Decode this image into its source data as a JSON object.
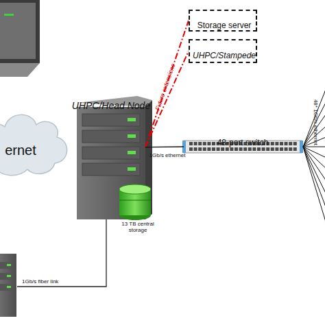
{
  "diagram": {
    "nodes": [
      {
        "text": [
          "ernet"
        ]
      },
      {
        "text": [
          "Storage server"
        ]
      },
      {
        "text": [
          "UHPC/Stampede"
        ]
      },
      {
        "text": [
          "UHPC/Head Node"
        ]
      },
      {
        "text": [
          "48-port switch"
        ]
      }
    ],
    "edges": [
      {
        "from": 3,
        "to": 1,
        "arrow": "none",
        "label": "Future extensions"
      },
      {
        "from": 3,
        "to": 2,
        "arrow": "none"
      },
      {
        "from": 3,
        "to": 4,
        "arrow": "none",
        "label": "1Gb/s ethernet"
      }
    ],
    "labels": [
      "13 TB central storage",
      "1Gb/s fiber link",
      "48* 1Gb/s ethernet"
    ]
  }
}
